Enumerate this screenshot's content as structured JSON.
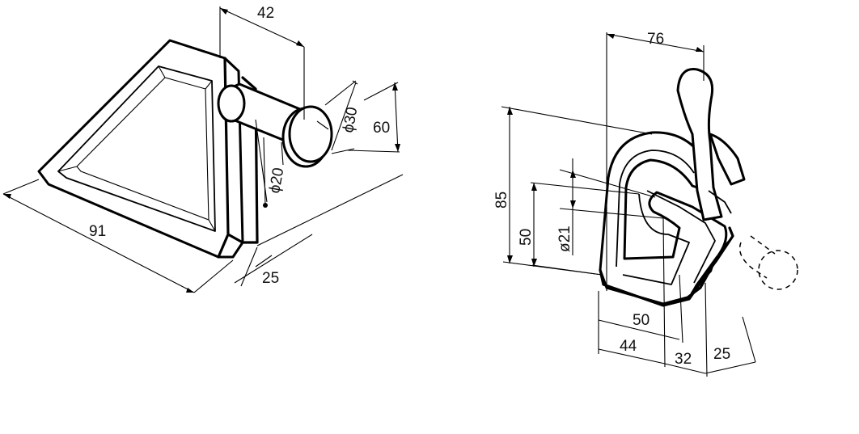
{
  "left_part": {
    "dimensions": {
      "width_91": "91",
      "depth_25": "25",
      "height_60": "60",
      "offset_42": "42",
      "dia_30": "ϕ30",
      "dia_20": "ϕ20"
    }
  },
  "right_part": {
    "dimensions": {
      "width_76": "76",
      "height_85": "85",
      "height_50": "50",
      "dia_21": "ø21",
      "base_50": "50",
      "base_44": "44",
      "base_32": "32",
      "depth_25": "25"
    }
  }
}
